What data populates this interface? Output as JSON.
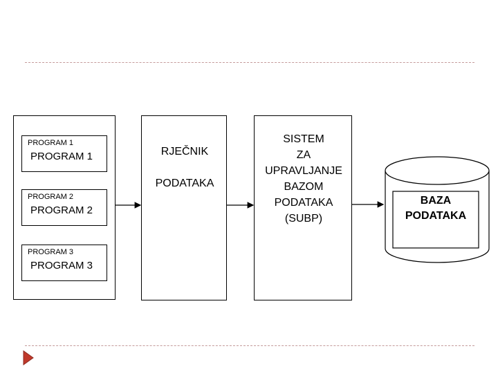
{
  "programs": {
    "items": [
      {
        "small_label": "PROGRAM 1",
        "big_label": "PROGRAM 1"
      },
      {
        "small_label": "PROGRAM 2",
        "big_label": "PROGRAM 2"
      },
      {
        "small_label": "PROGRAM 3",
        "big_label": "PROGRAM 3"
      }
    ]
  },
  "dictionary": {
    "line1": "RJEČNIK",
    "line2": "PODATAKA"
  },
  "dbms": {
    "text": "SISTEM\nZA\nUPRAVLJANJE\nBAZOM\nPODATAKA\n(SUBP)"
  },
  "database": {
    "text": "BAZA\nPODATAKA"
  },
  "colors": {
    "divider": "#c49a9a",
    "nav_arrow": "#c0392b"
  },
  "icons": {
    "nav": "nav-arrow-icon"
  }
}
